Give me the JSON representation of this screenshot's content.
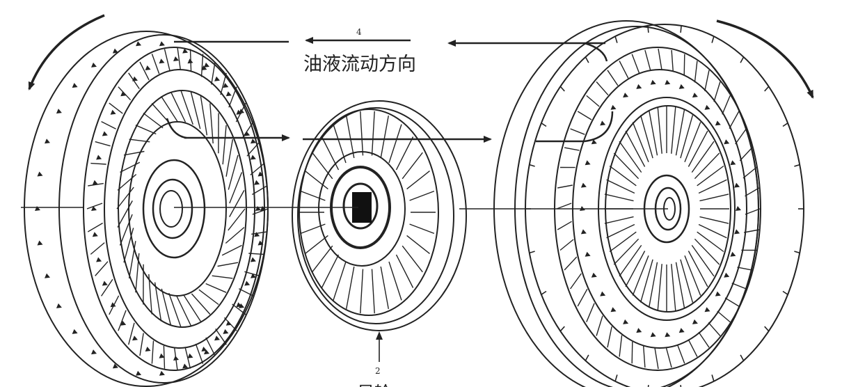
{
  "diagram": {
    "flow_label": "油液流动方向",
    "callouts": {
      "top": "4",
      "bottom": "2",
      "bottom_text": "导轮"
    },
    "components": [
      "turbine",
      "stator",
      "pump-impeller"
    ],
    "colors": {
      "line": "#222222",
      "background": "#ffffff"
    }
  }
}
